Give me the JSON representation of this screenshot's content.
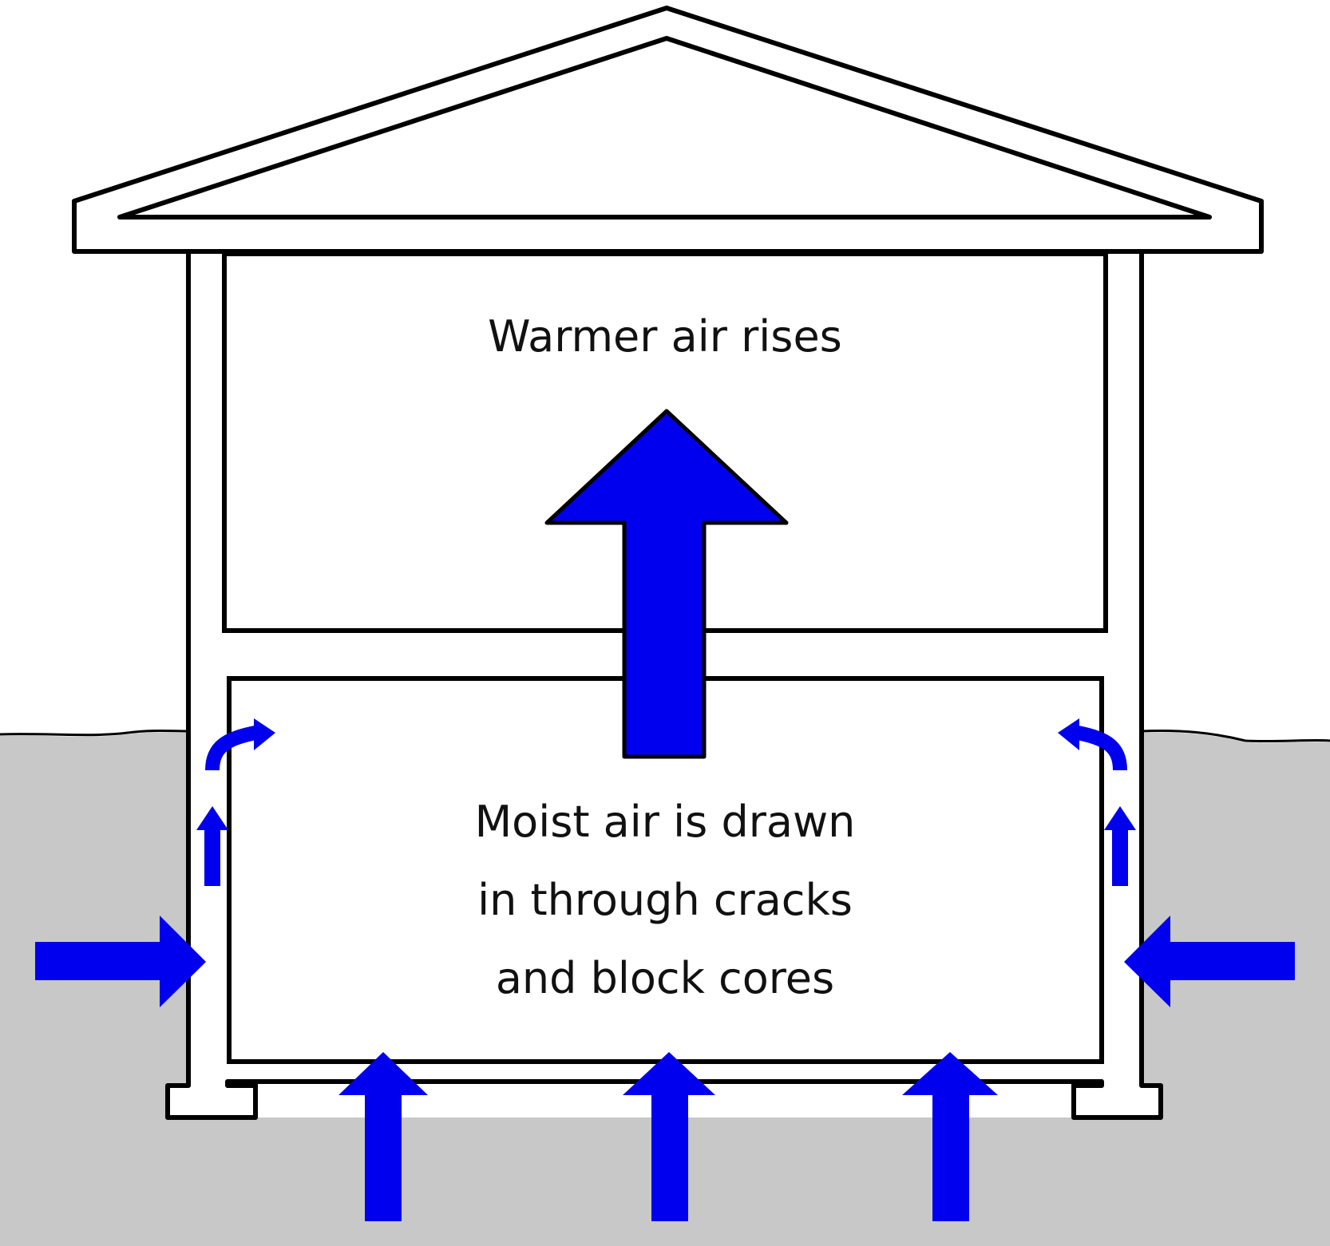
{
  "labels": {
    "upper": "Warmer air rises",
    "lower_line1": "Moist air is drawn",
    "lower_line2": "in through cracks",
    "lower_line3": "and block cores"
  },
  "colors": {
    "arrow": "#0000ee",
    "ground": "#c8c8c8",
    "outline": "#000000",
    "background": "#ffffff"
  },
  "icons": {
    "big_arrow": "arrow-up-icon",
    "side_arrows": [
      "arrow-right-icon",
      "arrow-left-icon"
    ],
    "floor_arrows": [
      "arrow-up-icon",
      "arrow-up-icon",
      "arrow-up-icon"
    ],
    "wall_arrows": [
      "curved-arrow-right-icon",
      "curved-arrow-left-icon"
    ]
  }
}
